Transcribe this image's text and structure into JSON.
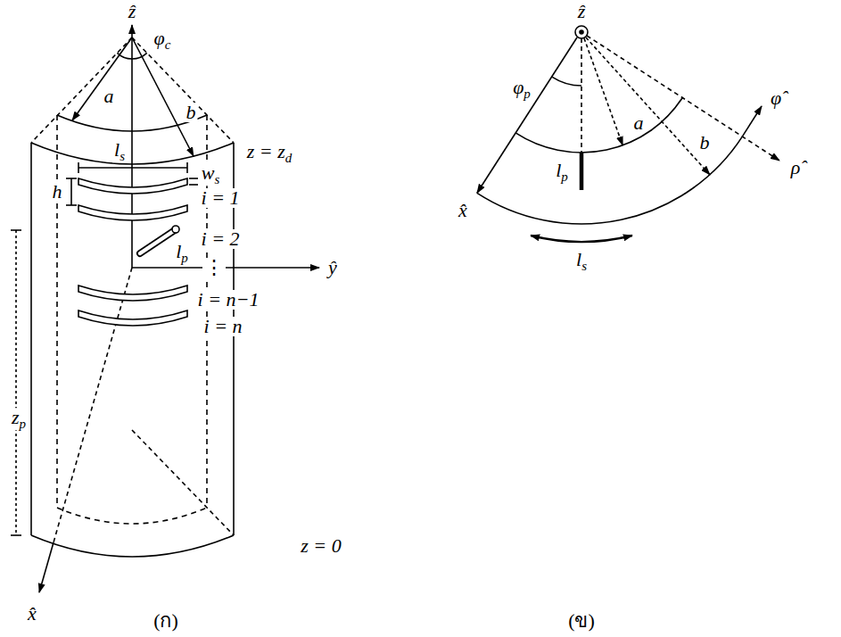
{
  "diagram": {
    "labels": [
      "ẑ",
      "φc",
      "a",
      "b",
      "z = zd",
      "ls",
      "ws",
      "h",
      "i = 1",
      "i = 2",
      "lp",
      "ŷ",
      "⋮",
      "i = n−1",
      "i = n",
      "zp",
      "z = 0",
      "x̂",
      "(ก)",
      "ẑ",
      "φp",
      "a",
      "lp",
      "b",
      "φ̂",
      "ρ̂",
      "x̂",
      "ls",
      "(ข)"
    ]
  }
}
